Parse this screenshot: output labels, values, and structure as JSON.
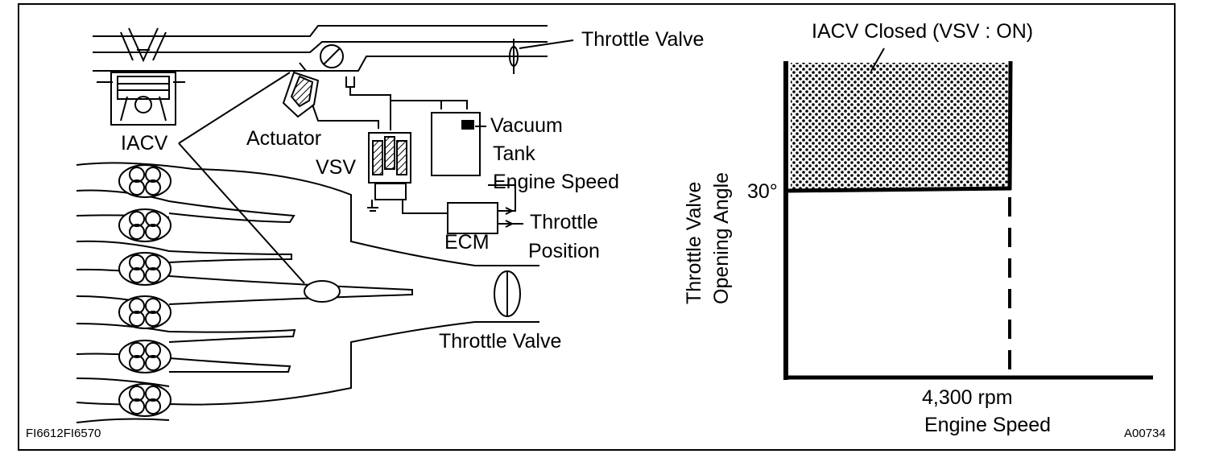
{
  "diagram": {
    "labels": {
      "throttle_valve_top": "Throttle Valve",
      "actuator": "Actuator",
      "iacv": "IACV",
      "vsv": "VSV",
      "vacuum": "Vacuum",
      "tank": "Tank",
      "engine_speed_input": "Engine Speed",
      "throttle_input": "Throttle",
      "position_input": "Position",
      "ecm": "ECM",
      "throttle_valve_bottom": "Throttle Valve"
    },
    "codes": {
      "left": "FI6612FI6570",
      "right": "A00734"
    }
  },
  "graph": {
    "region_label": "IACV Closed (VSV : ON)",
    "y_axis_label_line1": "Throttle Valve",
    "y_axis_label_line2": "Opening Angle",
    "y_threshold_label": "30°",
    "x_threshold_label": "4,300 rpm",
    "x_axis_label": "Engine Speed"
  }
}
